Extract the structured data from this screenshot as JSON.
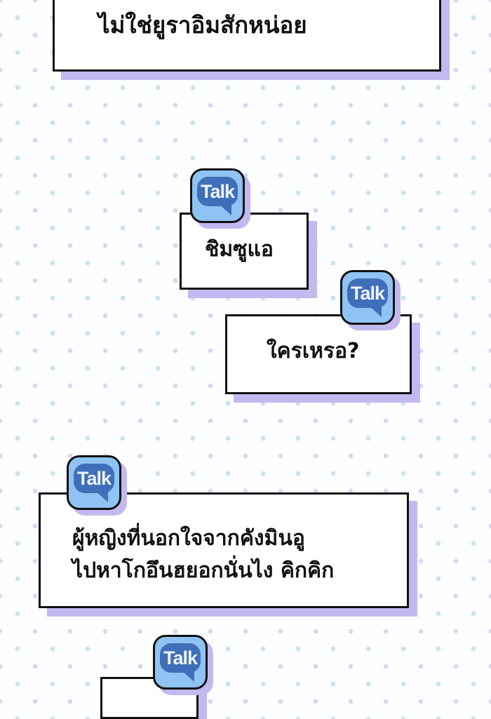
{
  "icon": "talk-speech-bubble-icon",
  "talk_label": "Talk",
  "colors": {
    "talk_bg": "#8ec3f3",
    "talk_bubble": "#3f6fb8",
    "shadow": "#c3b8ef"
  },
  "bubbles": [
    {
      "lines": [
        "ไม่ใช่ยูราอิมสักหน่อย"
      ]
    },
    {
      "lines": [
        "ชิมซูแอ"
      ]
    },
    {
      "lines": [
        "ใครเหรอ?"
      ]
    },
    {
      "lines": [
        "ผู้หญิงที่นอกใจจากคังมินอู",
        "ไปหาโกอึนฮยอกนั่นไง คิกคิก"
      ]
    },
    {
      "lines": []
    }
  ]
}
